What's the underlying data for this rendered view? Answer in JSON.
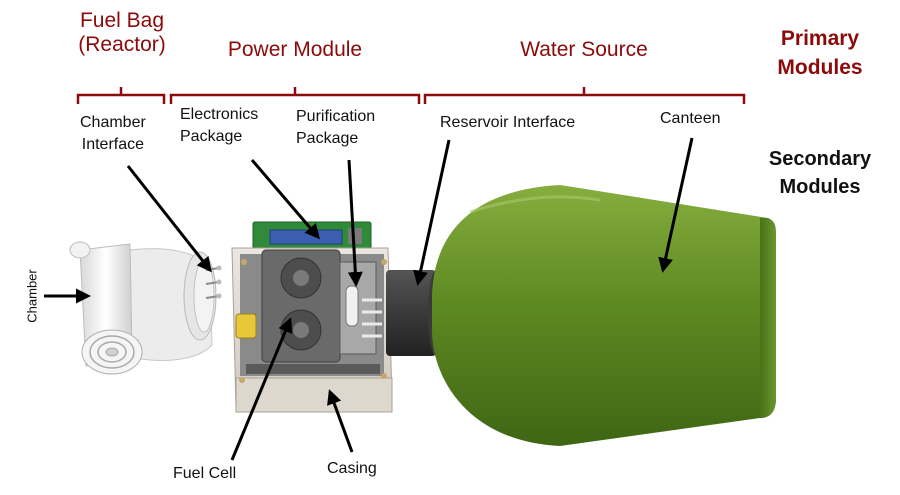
{
  "headings": {
    "fuel_bag_line1": "Fuel Bag",
    "fuel_bag_line2": "(Reactor)",
    "power_module": "Power Module",
    "water_source": "Water Source",
    "primary_line1": "Primary",
    "primary_line2": "Modules",
    "secondary_line1": "Secondary",
    "secondary_line2": "Modules"
  },
  "labels": {
    "chamber_interface_line1": "Chamber",
    "chamber_interface_line2": "Interface",
    "electronics_line1": "Electronics",
    "electronics_line2": "Package",
    "purification_line1": "Purification",
    "purification_line2": "Package",
    "reservoir_interface": "Reservoir Interface",
    "canteen": "Canteen",
    "chamber": "Chamber",
    "fuel_cell": "Fuel Cell",
    "casing": "Casing"
  },
  "colors": {
    "heading_red": "#8b0a0a",
    "bracket_red": "#8b0a0a",
    "canteen_green": "#5e8a22",
    "casing_beige": "#e0dbd3",
    "fuel_cell_gray": "#6a6a6a",
    "board_green": "#2f8a3a",
    "connector_dark": "#3e3e3e",
    "arrow_black": "#000000"
  }
}
